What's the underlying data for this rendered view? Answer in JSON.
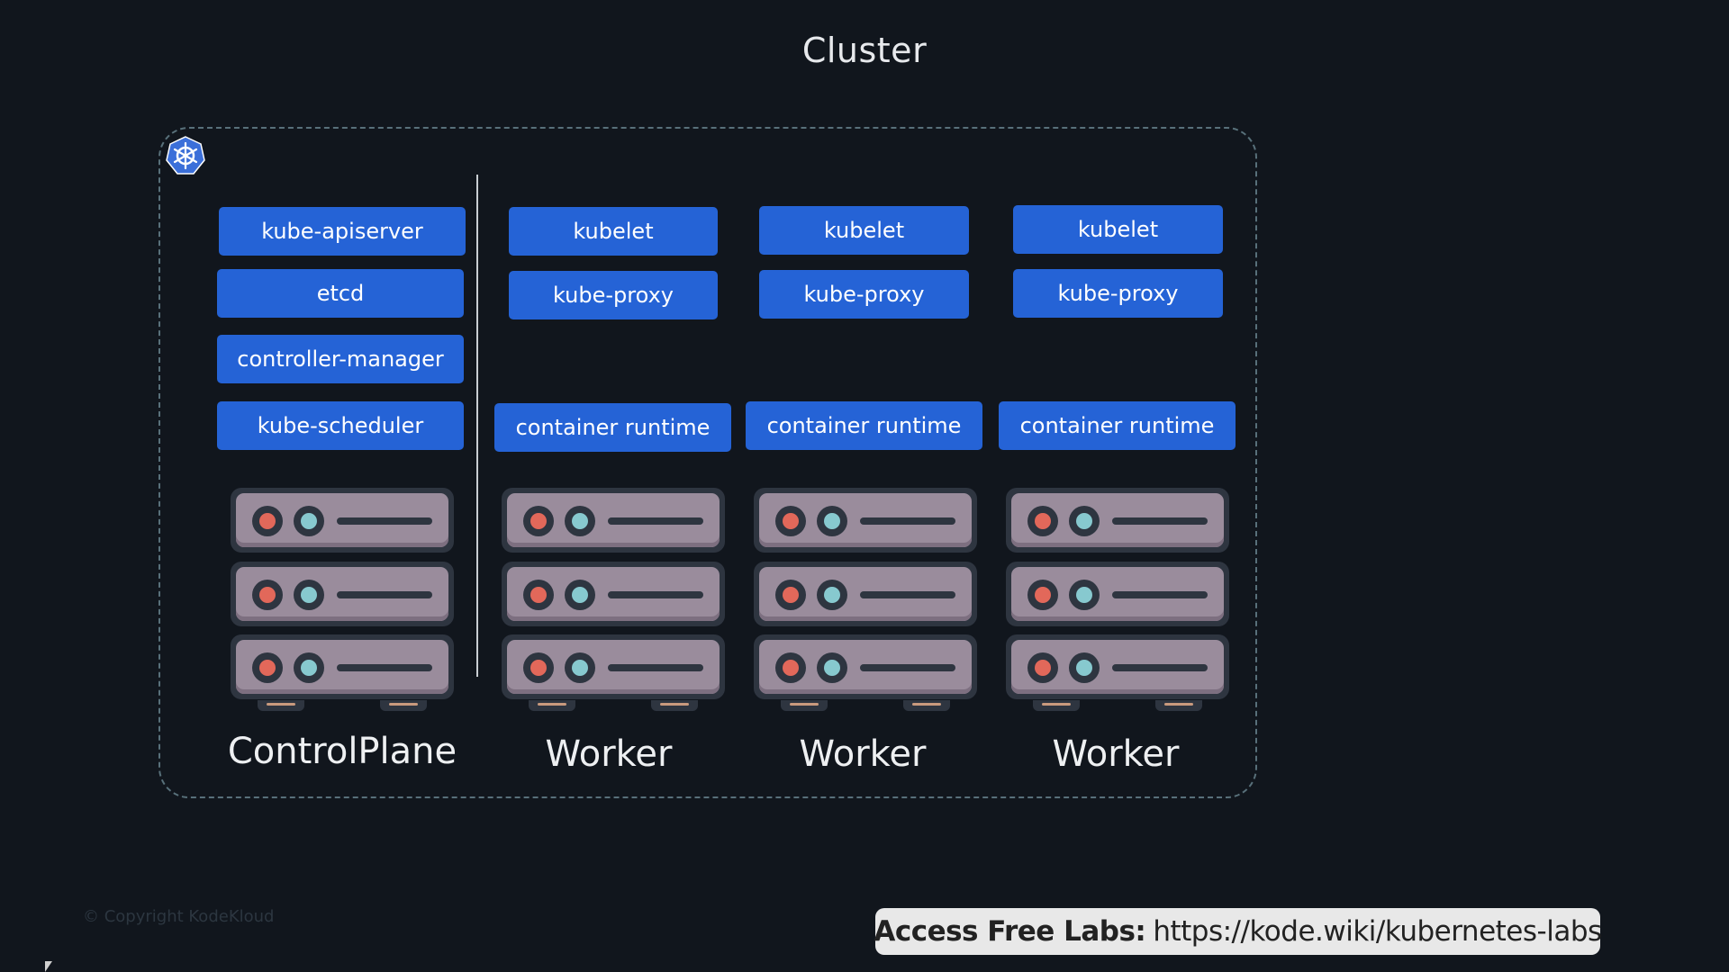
{
  "title": "Cluster",
  "control_plane": {
    "label": "ControlPlane",
    "components": [
      "kube-apiserver",
      "etcd",
      "controller-manager",
      "kube-scheduler"
    ]
  },
  "workers": [
    {
      "label": "Worker",
      "kubelet": "kubelet",
      "proxy": "kube-proxy",
      "runtime": "container runtime"
    },
    {
      "label": "Worker",
      "kubelet": "kubelet",
      "proxy": "kube-proxy",
      "runtime": "container runtime"
    },
    {
      "label": "Worker",
      "kubelet": "kubelet",
      "proxy": "kube-proxy",
      "runtime": "container runtime"
    }
  ],
  "footer": {
    "copyright": "© Copyright KodeKloud",
    "labs_label": "Access Free Labs:",
    "labs_url": "https://kode.wiki/kubernetes-labs"
  },
  "colors": {
    "background": "#11161d",
    "component_blue": "#2563d6",
    "server_body": "#9a8c9c",
    "led_red": "#e2685a",
    "led_blue": "#87c9cf"
  },
  "icons": {
    "logo": "kubernetes-helm-icon"
  }
}
